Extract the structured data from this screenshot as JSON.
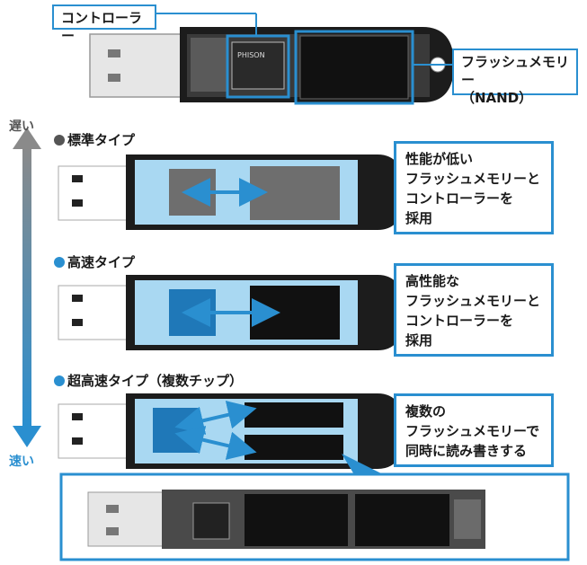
{
  "photo_top": {
    "chip_text": "PHISON",
    "controller_label": "コントローラー",
    "flash_label_line1": "フラッシュメモリー",
    "flash_label_line2": "（NAND）"
  },
  "axis": {
    "slow_label": "遅い",
    "fast_label": "速い",
    "arrow_color_top": "#8a8a8a",
    "arrow_color_bottom": "#2a8fd0"
  },
  "types": [
    {
      "title": "標準タイプ",
      "dot_color": "#555555",
      "description": "性能が低い\nフラッシュメモリーと\nコントローラーを\n採用"
    },
    {
      "title": "高速タイプ",
      "dot_color": "#2a8fd0",
      "description": "高性能な\nフラッシュメモリーと\nコントローラーを\n採用"
    },
    {
      "title": "超高速タイプ（複数チップ）",
      "dot_color": "#2a8fd0",
      "description": "複数の\nフラッシュメモリーで\n同時に読み書きする"
    }
  ],
  "colors": {
    "accent": "#2a8fd0",
    "light_blue": "#a9d8f2",
    "dark_body": "#1c1c1c"
  }
}
